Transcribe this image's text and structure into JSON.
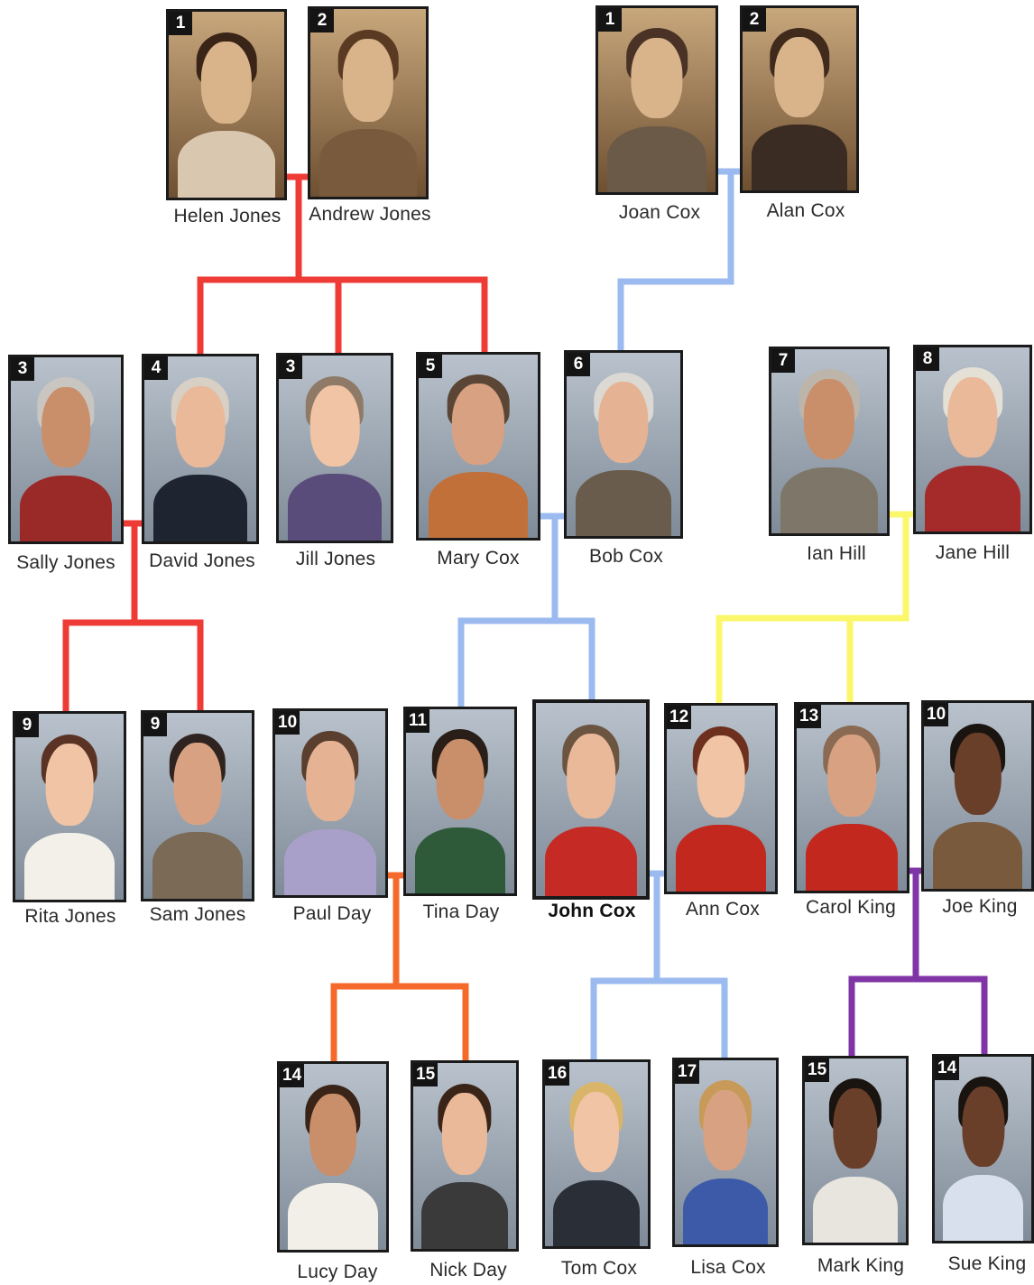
{
  "colors": {
    "red": "#ef3b36",
    "blue": "#9bbaf0",
    "yellow": "#fbf76a",
    "orange": "#f56a2a",
    "purple": "#8035a6",
    "card_border": "#1a1a1a",
    "badge_bg": "#141414"
  },
  "people": [
    {
      "id": "helen",
      "name": "Helen Jones",
      "number": "1",
      "photo": "portrait-photo",
      "tone": "old"
    },
    {
      "id": "andrew",
      "name": "Andrew Jones",
      "number": "2",
      "photo": "portrait-photo",
      "tone": "old"
    },
    {
      "id": "joan",
      "name": "Joan Cox",
      "number": "1",
      "photo": "portrait-photo",
      "tone": "old"
    },
    {
      "id": "alan",
      "name": "Alan Cox",
      "number": "2",
      "photo": "portrait-photo",
      "tone": "old"
    },
    {
      "id": "sally",
      "name": "Sally Jones",
      "number": "3",
      "photo": "portrait-photo"
    },
    {
      "id": "david",
      "name": "David Jones",
      "number": "4",
      "photo": "portrait-photo"
    },
    {
      "id": "jill",
      "name": "Jill Jones",
      "number": "3",
      "photo": "portrait-photo"
    },
    {
      "id": "mary",
      "name": "Mary Cox",
      "number": "5",
      "photo": "portrait-photo"
    },
    {
      "id": "bob",
      "name": "Bob Cox",
      "number": "6",
      "photo": "portrait-photo"
    },
    {
      "id": "ian",
      "name": "Ian Hill",
      "number": "7",
      "photo": "portrait-photo"
    },
    {
      "id": "jane",
      "name": "Jane Hill",
      "number": "8",
      "photo": "portrait-photo"
    },
    {
      "id": "rita",
      "name": "Rita Jones",
      "number": "9",
      "photo": "portrait-photo"
    },
    {
      "id": "sam",
      "name": "Sam Jones",
      "number": "9",
      "photo": "portrait-photo"
    },
    {
      "id": "paul",
      "name": "Paul Day",
      "number": "10",
      "photo": "portrait-photo"
    },
    {
      "id": "tina",
      "name": "Tina Day",
      "number": "11",
      "photo": "portrait-photo"
    },
    {
      "id": "john",
      "name": "John Cox",
      "number": "",
      "photo": "portrait-photo",
      "emphasis": true
    },
    {
      "id": "ann",
      "name": "Ann Cox",
      "number": "12",
      "photo": "portrait-photo"
    },
    {
      "id": "carol",
      "name": "Carol King",
      "number": "13",
      "photo": "portrait-photo"
    },
    {
      "id": "joe",
      "name": "Joe King",
      "number": "10",
      "photo": "portrait-photo"
    },
    {
      "id": "lucy",
      "name": "Lucy Day",
      "number": "14",
      "photo": "portrait-photo"
    },
    {
      "id": "nick",
      "name": "Nick Day",
      "number": "15",
      "photo": "portrait-photo"
    },
    {
      "id": "tom",
      "name": "Tom Cox",
      "number": "16",
      "photo": "portrait-photo"
    },
    {
      "id": "lisa",
      "name": "Lisa Cox",
      "number": "17",
      "photo": "portrait-photo"
    },
    {
      "id": "mark",
      "name": "Mark King",
      "number": "15",
      "photo": "portrait-photo"
    },
    {
      "id": "sue",
      "name": "Sue King",
      "number": "14",
      "photo": "portrait-photo"
    }
  ],
  "connectors": [
    {
      "id": "helen-andrew-children",
      "color": "red"
    },
    {
      "id": "joan-alan-bob",
      "color": "blue"
    },
    {
      "id": "sally-david-children",
      "color": "red"
    },
    {
      "id": "mary-bob-children",
      "color": "blue"
    },
    {
      "id": "ian-jane-children",
      "color": "yellow"
    },
    {
      "id": "paul-tina-children",
      "color": "orange"
    },
    {
      "id": "john-ann-children",
      "color": "blue"
    },
    {
      "id": "carol-joe-children",
      "color": "purple"
    }
  ]
}
